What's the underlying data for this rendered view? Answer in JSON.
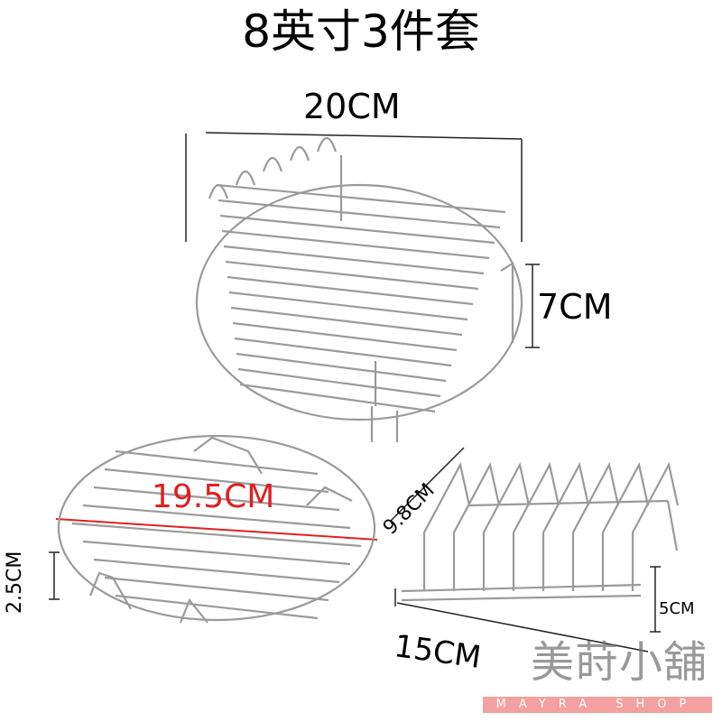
{
  "title": "8英寸3件套",
  "dimensions": {
    "rack_width": "20CM",
    "rack_height": "7CM",
    "grill_diameter": "19.5CM",
    "grill_height": "2.5CM",
    "skewer_depth": "9.8CM",
    "skewer_height": "5CM",
    "skewer_length": "15CM"
  },
  "watermark": {
    "name": "美莳小舖",
    "shop": "MAYRA SHOP"
  }
}
